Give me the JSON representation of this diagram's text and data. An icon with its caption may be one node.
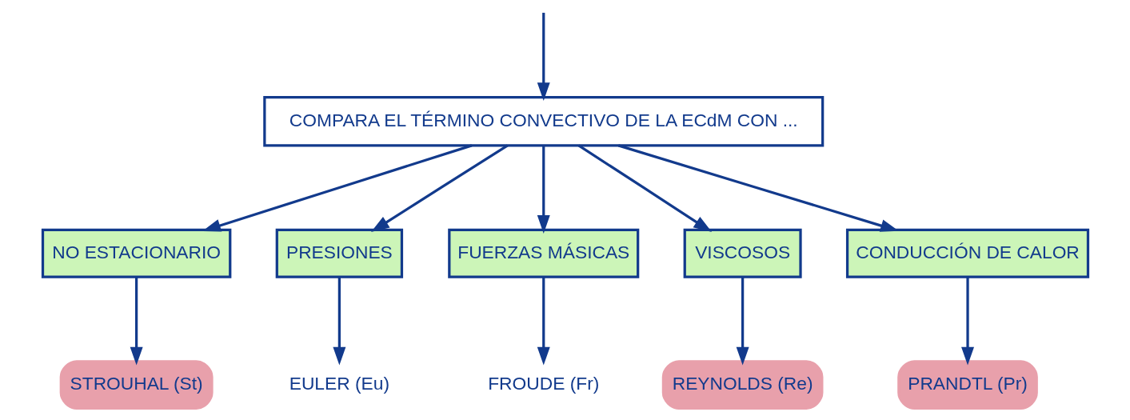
{
  "diagram": {
    "nodes": [
      {
        "text": [
          "COMPARA EL TÉRMINO CONVECTIVO DE LA ECdM CON ..."
        ]
      },
      {
        "text": [
          "NO ESTACIONARIO"
        ]
      },
      {
        "text": [
          "PRESIONES"
        ]
      },
      {
        "text": [
          "FUERZAS MÁSICAS"
        ]
      },
      {
        "text": [
          "VISCOSOS"
        ]
      },
      {
        "text": [
          "CONDUCCIÓN DE CALOR"
        ]
      },
      {
        "text": [
          "STROUHAL (St)"
        ]
      },
      {
        "text": [
          "EULER (Eu)"
        ]
      },
      {
        "text": [
          "FROUDE (Fr)"
        ]
      },
      {
        "text": [
          "REYNOLDS (Re)"
        ]
      },
      {
        "text": [
          "PRANDTL (Pr)"
        ]
      }
    ],
    "edges": [
      {
        "from": null,
        "to": 0,
        "arrow": "to"
      },
      {
        "from": 0,
        "to": 1,
        "arrow": "to"
      },
      {
        "from": 0,
        "to": 2,
        "arrow": "to"
      },
      {
        "from": 0,
        "to": 3,
        "arrow": "to"
      },
      {
        "from": 0,
        "to": 4,
        "arrow": "to"
      },
      {
        "from": 0,
        "to": 5,
        "arrow": "to"
      },
      {
        "from": 1,
        "to": 6,
        "arrow": "to"
      },
      {
        "from": 2,
        "to": 7,
        "arrow": "to"
      },
      {
        "from": 3,
        "to": 8,
        "arrow": "to"
      },
      {
        "from": 4,
        "to": 9,
        "arrow": "to"
      },
      {
        "from": 5,
        "to": 10,
        "arrow": "to"
      }
    ]
  }
}
